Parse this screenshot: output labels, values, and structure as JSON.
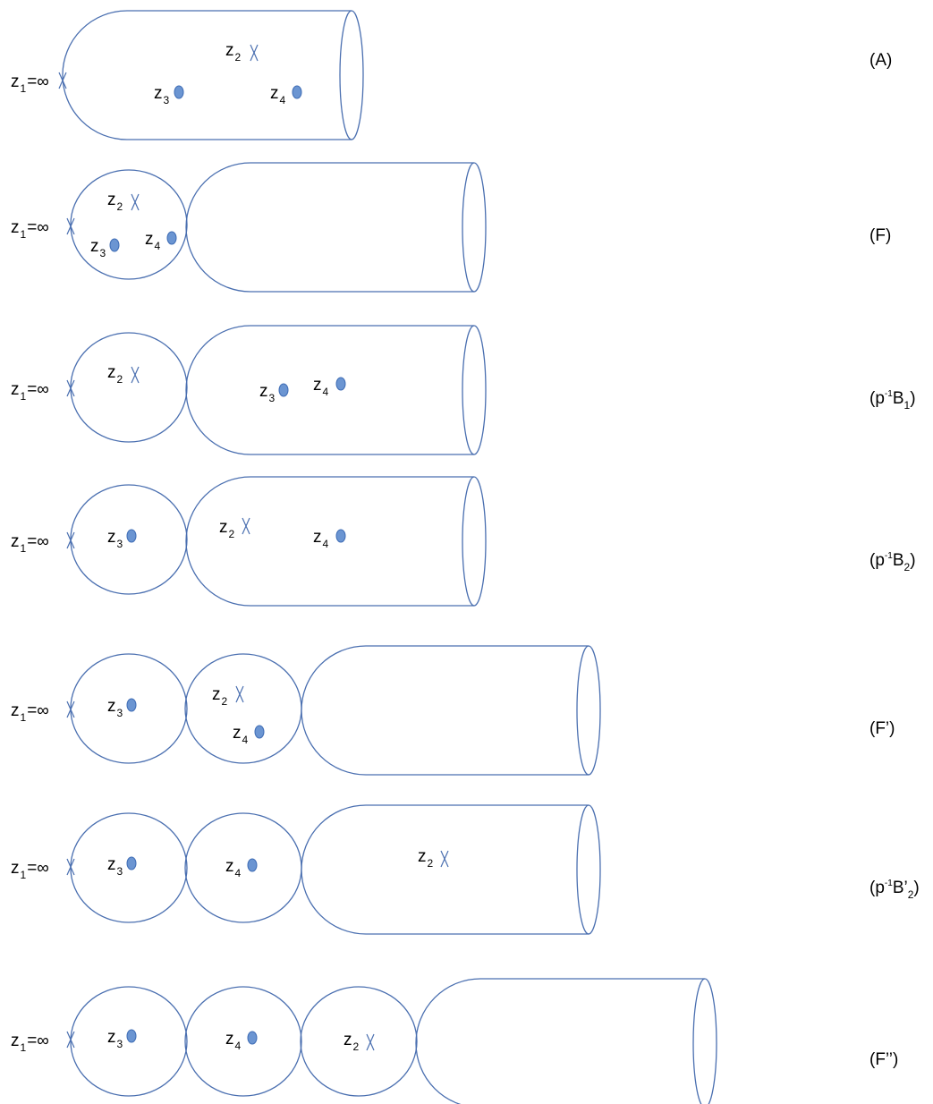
{
  "colors": {
    "stroke": "#4a6fb0",
    "marked_point_fill": "#6b95d2",
    "marked_point_stroke": "#3f6db5",
    "text": "#000000"
  },
  "point_labels": {
    "z1": {
      "base": "z",
      "sub": "1",
      "suffix": "=∞"
    },
    "z2": {
      "base": "z",
      "sub": "2"
    },
    "z3": {
      "base": "z",
      "sub": "3"
    },
    "z4": {
      "base": "z",
      "sub": "4"
    }
  },
  "symbols": {
    "cross": "X-mark",
    "dot": "filled-ellipse"
  },
  "configurations": [
    {
      "id": "A",
      "label": {
        "open": "(",
        "pre": "",
        "sup": "",
        "base": "A",
        "sub": "",
        "close": ")"
      },
      "bubbles": 0,
      "points": {
        "z1": "cross",
        "z2": "cross",
        "z3": "dot",
        "z4": "dot"
      },
      "arrangement": "all points on the tube"
    },
    {
      "id": "F",
      "label": {
        "open": "(",
        "pre": "",
        "sup": "",
        "base": "F",
        "sub": "",
        "close": ")"
      },
      "bubbles": 1,
      "points": {
        "z1": "cross",
        "z2": "cross",
        "z3": "dot",
        "z4": "dot"
      },
      "arrangement": "z2, z3, z4 on bubble 1"
    },
    {
      "id": "pB1",
      "label": {
        "open": "(",
        "pre": "p",
        "sup": "-1",
        "base": "B",
        "sub": "1",
        "close": ")"
      },
      "bubbles": 1,
      "points": {
        "z1": "cross",
        "z2": "cross",
        "z3": "dot",
        "z4": "dot"
      },
      "arrangement": "z2 on bubble 1; z3, z4 on tube"
    },
    {
      "id": "pB2",
      "label": {
        "open": "(",
        "pre": "p",
        "sup": "-1",
        "base": "B",
        "sub": "2",
        "close": ")"
      },
      "bubbles": 1,
      "points": {
        "z1": "cross",
        "z2": "cross",
        "z3": "dot",
        "z4": "dot"
      },
      "arrangement": "z3 on bubble 1; z2, z4 on tube"
    },
    {
      "id": "Fp",
      "label": {
        "open": "(",
        "pre": "",
        "sup": "",
        "base": "F’",
        "sub": "",
        "close": ")"
      },
      "bubbles": 2,
      "points": {
        "z1": "cross",
        "z2": "cross",
        "z3": "dot",
        "z4": "dot"
      },
      "arrangement": "z3 on bubble 1; z2, z4 on bubble 2"
    },
    {
      "id": "pB2p",
      "label": {
        "open": "(",
        "pre": "p",
        "sup": "-1",
        "base": "B’",
        "sub": "2",
        "close": ")"
      },
      "bubbles": 2,
      "points": {
        "z1": "cross",
        "z2": "cross",
        "z3": "dot",
        "z4": "dot"
      },
      "arrangement": "z3 on bubble 1; z4 on bubble 2; z2 on tube"
    },
    {
      "id": "Fpp",
      "label": {
        "open": "(",
        "pre": "",
        "sup": "",
        "base": "F’’",
        "sub": "",
        "close": ")"
      },
      "bubbles": 3,
      "points": {
        "z1": "cross",
        "z2": "cross",
        "z3": "dot",
        "z4": "dot"
      },
      "arrangement": "z3 on bubble 1; z4 on bubble 2; z2 on bubble 3"
    }
  ]
}
